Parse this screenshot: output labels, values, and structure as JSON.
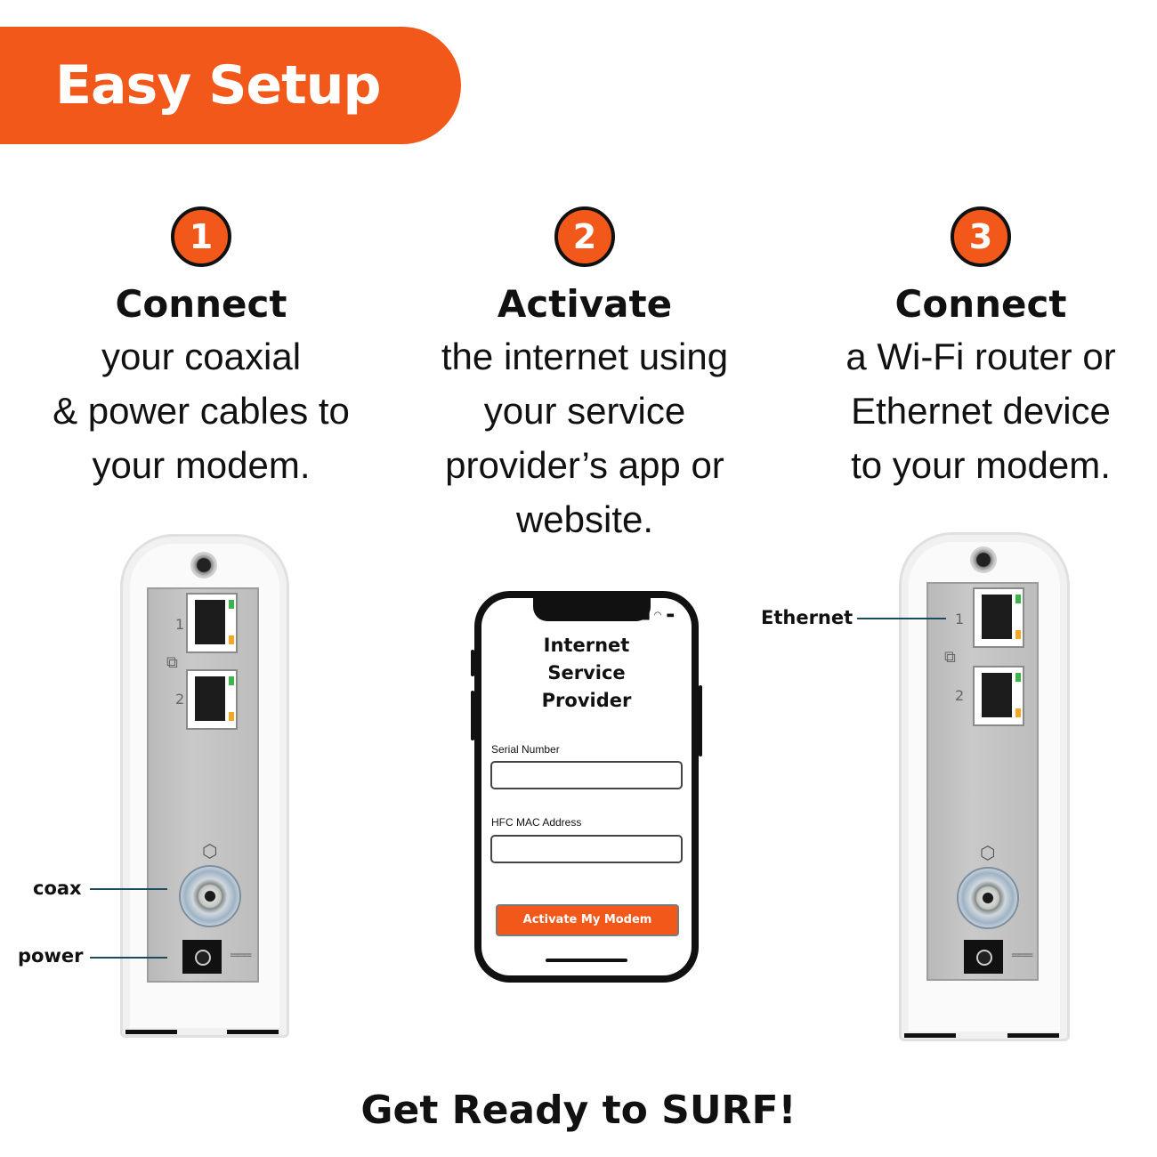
{
  "banner": {
    "title": "Easy Setup"
  },
  "colors": {
    "accent": "#f2581a",
    "callout_line": "#1c4a5e"
  },
  "steps": [
    {
      "number": "1",
      "title": "Connect",
      "lines": [
        "your coaxial",
        "& power cables to",
        "your modem."
      ]
    },
    {
      "number": "2",
      "title": "Activate",
      "lines": [
        "the internet using",
        "your service",
        "provider’s app or",
        "website."
      ]
    },
    {
      "number": "3",
      "title": "Connect",
      "lines": [
        "a Wi-Fi router or",
        "Ethernet device",
        "to your modem."
      ]
    }
  ],
  "modem_left": {
    "callouts": {
      "coax": "coax",
      "power": "power"
    },
    "port_labels": [
      "1",
      "2"
    ]
  },
  "modem_right": {
    "callouts": {
      "ethernet": "Ethernet"
    },
    "port_labels": [
      "1",
      "2"
    ]
  },
  "phone": {
    "title_lines": [
      "Internet",
      "Service",
      "Provider"
    ],
    "fields": [
      {
        "label": "Serial Number",
        "value": ""
      },
      {
        "label": "HFC MAC Address",
        "value": ""
      }
    ],
    "button_label": "Activate My Modem"
  },
  "footer": {
    "text": "Get Ready to SURF!"
  }
}
